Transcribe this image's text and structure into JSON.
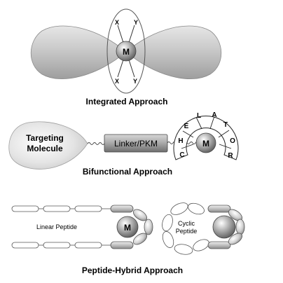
{
  "integrated": {
    "metal": "M",
    "ligand_top_left": "X",
    "ligand_top_right": "Y",
    "ligand_bottom_left": "X",
    "ligand_bottom_right": "Y",
    "caption": "Integrated Approach"
  },
  "bifunctional": {
    "targeting_line1": "Targeting",
    "targeting_line2": "Molecule",
    "linker": "Linker/PKM",
    "metal": "M",
    "chelator_letters": [
      "C",
      "H",
      "E",
      "L",
      "A",
      "T",
      "O",
      "R"
    ],
    "caption": "Bifunctional Approach"
  },
  "peptide_hybrid": {
    "linear_label": "Linear Peptide",
    "cyclic_line1": "Cyclic",
    "cyclic_line2": "Peptide",
    "metal": "M",
    "caption": "Peptide-Hybrid Approach"
  }
}
